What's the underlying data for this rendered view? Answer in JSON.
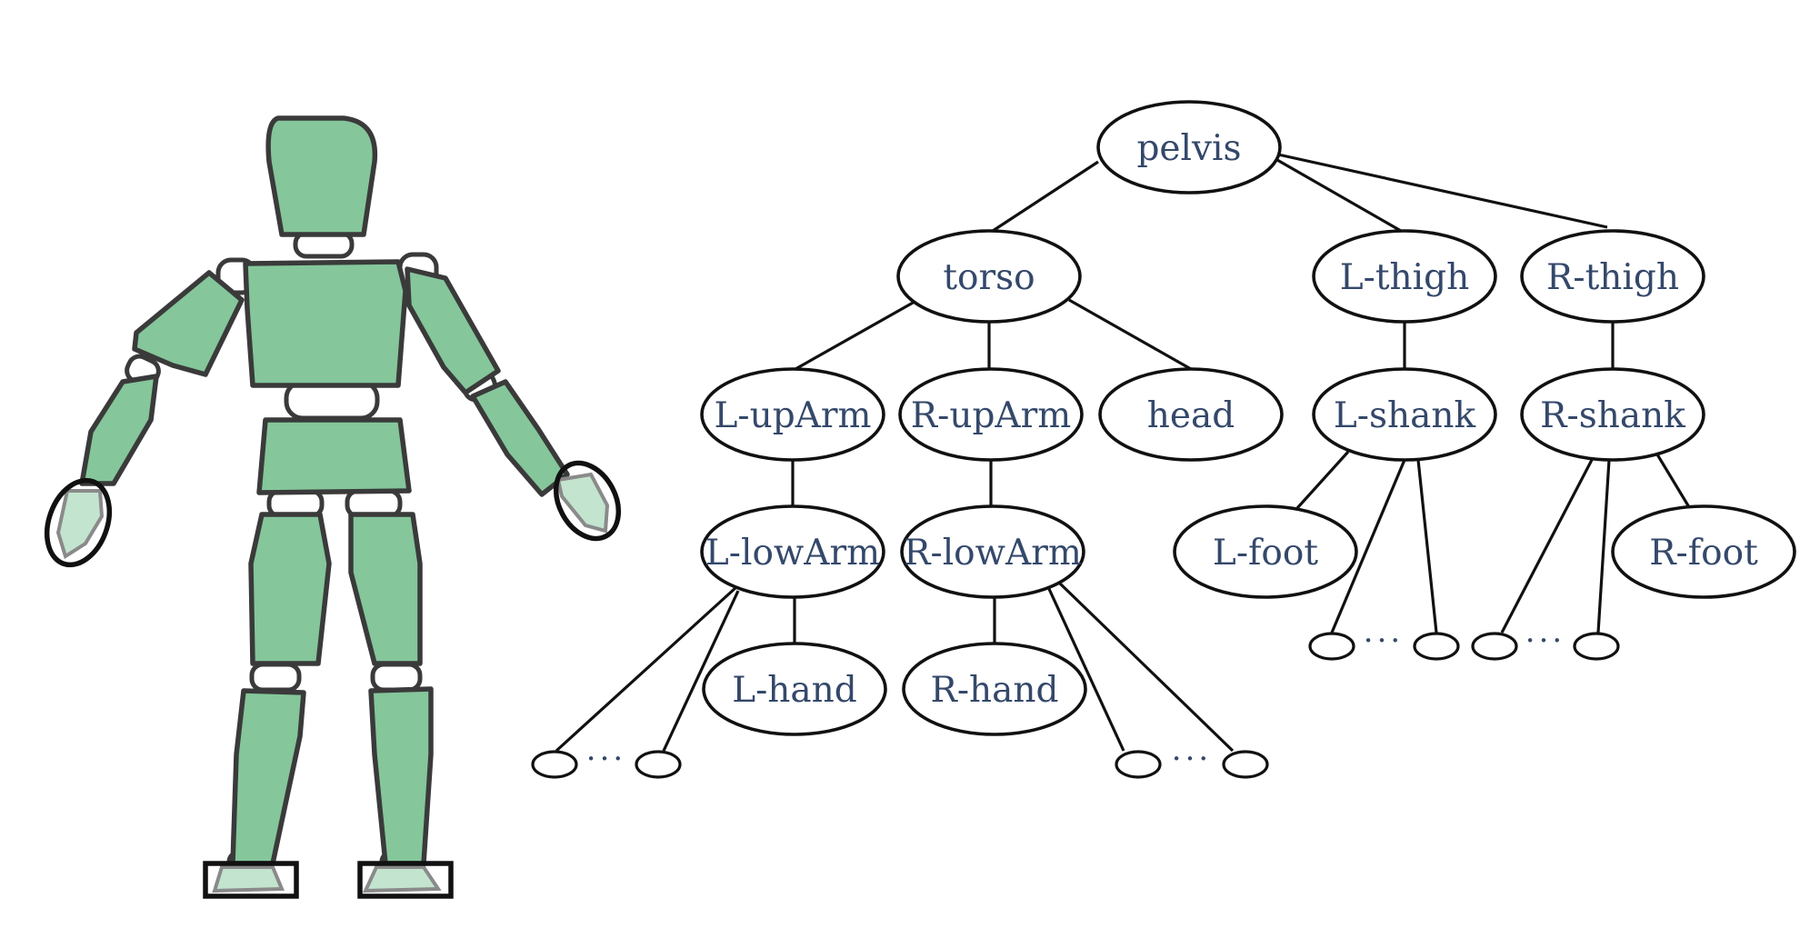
{
  "colors": {
    "body_fill": "#85c69b",
    "body_outline": "#3a3a3a",
    "end_effector_fill": "#c3e4ce",
    "node_outline": "#111111",
    "label_text": "#34486a"
  },
  "tree": {
    "nodes": {
      "pelvis": "pelvis",
      "torso": "torso",
      "l_thigh": "L-thigh",
      "r_thigh": "R-thigh",
      "l_uparm": "L-upArm",
      "r_uparm": "R-upArm",
      "head": "head",
      "l_shank": "L-shank",
      "r_shank": "R-shank",
      "l_lowarm": "L-lowArm",
      "r_lowarm": "R-lowArm",
      "l_foot": "L-foot",
      "r_foot": "R-foot",
      "l_hand": "L-hand",
      "r_hand": "R-hand"
    },
    "ellipsis": "···"
  },
  "figure": {
    "end_effectors": [
      "left-hand",
      "right-hand",
      "left-foot",
      "right-foot"
    ]
  }
}
